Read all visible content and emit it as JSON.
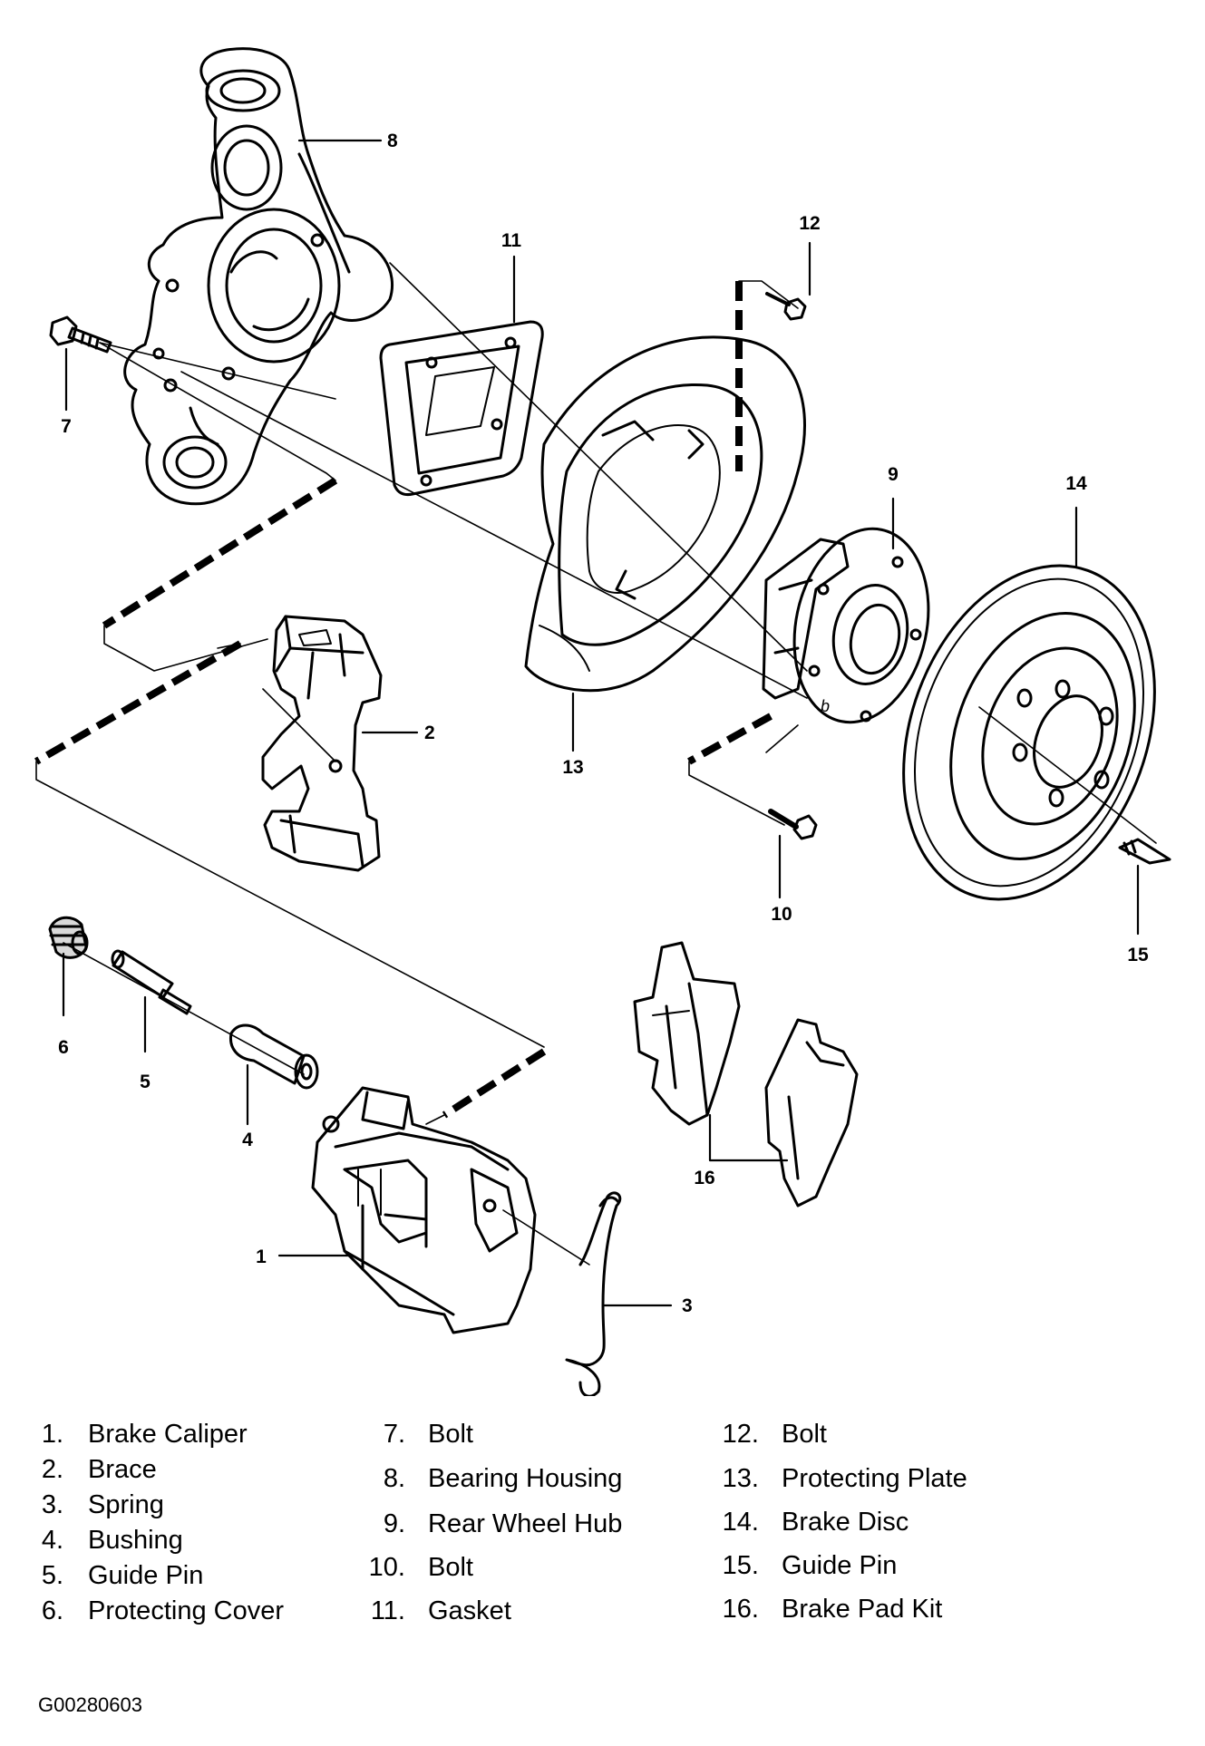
{
  "callouts": [
    "1",
    "2",
    "3",
    "4",
    "5",
    "6",
    "7",
    "8",
    "9",
    "10",
    "11",
    "12",
    "13",
    "14",
    "15",
    "16"
  ],
  "hub_mark": "b",
  "legend": [
    {
      "num": "1.",
      "label": "Brake Caliper"
    },
    {
      "num": "2.",
      "label": "Brace"
    },
    {
      "num": "3.",
      "label": "Spring"
    },
    {
      "num": "4.",
      "label": "Bushing"
    },
    {
      "num": "5.",
      "label": "Guide Pin"
    },
    {
      "num": "6.",
      "label": "Protecting Cover"
    },
    {
      "num": "7.",
      "label": "Bolt"
    },
    {
      "num": "8.",
      "label": "Bearing Housing"
    },
    {
      "num": "9.",
      "label": "Rear Wheel Hub"
    },
    {
      "num": "10.",
      "label": "Bolt"
    },
    {
      "num": "11.",
      "label": "Gasket"
    },
    {
      "num": "12.",
      "label": "Bolt"
    },
    {
      "num": "13.",
      "label": "Protecting Plate"
    },
    {
      "num": "14.",
      "label": "Brake Disc"
    },
    {
      "num": "15.",
      "label": "Guide Pin"
    },
    {
      "num": "16.",
      "label": "Brake Pad Kit"
    }
  ],
  "figure_code": "G00280603"
}
